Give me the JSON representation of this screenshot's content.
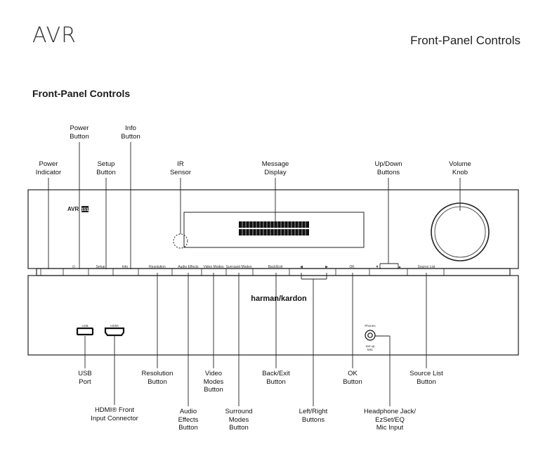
{
  "header": {
    "product": "AVR",
    "section": "Front-Panel Controls"
  },
  "section_title": "Front-Panel Controls",
  "callouts_top": [
    {
      "id": "power-indicator",
      "text": "Power\nIndicator"
    },
    {
      "id": "power-button",
      "text": "Power\nButton"
    },
    {
      "id": "setup-button",
      "text": "Setup\nButton"
    },
    {
      "id": "info-button",
      "text": "Info\nButton"
    },
    {
      "id": "ir-sensor",
      "text": "IR\nSensor"
    },
    {
      "id": "message-display",
      "text": "Message\nDisplay"
    },
    {
      "id": "up-down-buttons",
      "text": "Up/Down\nButtons"
    },
    {
      "id": "volume-knob",
      "text": "Volume\nKnob"
    }
  ],
  "callouts_bottom": [
    {
      "id": "usb-port",
      "text": "USB\nPort"
    },
    {
      "id": "hdmi-front-input",
      "text": "HDMI® Front\nInput Connector"
    },
    {
      "id": "resolution-button",
      "text": "Resolution\nButton"
    },
    {
      "id": "audio-effects-button",
      "text": "Audio\nEffects\nButton"
    },
    {
      "id": "video-modes-button",
      "text": "Video\nModes\nButton"
    },
    {
      "id": "surround-modes-button",
      "text": "Surround\nModes\nButton"
    },
    {
      "id": "back-exit-button",
      "text": "Back/Exit\nButton"
    },
    {
      "id": "left-right-buttons",
      "text": "Left/Right\nButtons"
    },
    {
      "id": "ok-button",
      "text": "OK\nButton"
    },
    {
      "id": "headphone-jack",
      "text": "Headphone Jack/\nEzSet/EQ\nMic Input"
    },
    {
      "id": "source-list-button",
      "text": "Source List\nButton"
    }
  ],
  "panel": {
    "model": "AVR",
    "model_num": "151",
    "brand": "harman/kardon",
    "usb_label": "USB",
    "hdmi_label": "HDMI",
    "phones_label": "Phones",
    "setup_mic_label": "Set up\nMIC",
    "buttons": {
      "setup": "Setup",
      "info": "Info",
      "resolution": "Resolution",
      "audio_effects": "Audio Effects",
      "video_modes": "Video Modes",
      "surround_modes": "Surround Modes",
      "back_exit": "Back/Exit",
      "ok": "OK",
      "source_list": "Source List"
    }
  }
}
